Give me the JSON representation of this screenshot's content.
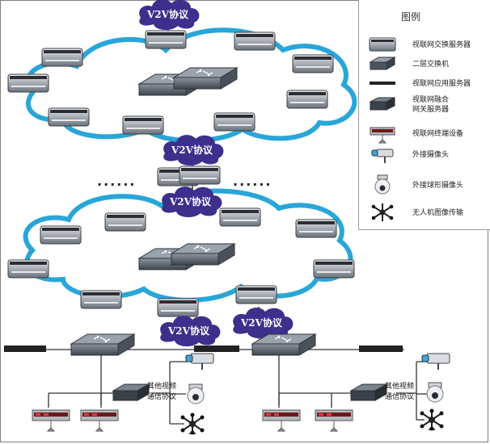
{
  "v2v_label": "V2V协议",
  "ellipsis": "......",
  "other_protocol_label": [
    "其他视频",
    "通信协议"
  ],
  "legend": {
    "title": "图例",
    "items": [
      {
        "icon": "switch-server-icon",
        "label": [
          "视联网交换服务器"
        ]
      },
      {
        "icon": "layer2-switch-icon",
        "label": [
          "二层交换机"
        ]
      },
      {
        "icon": "app-server-icon",
        "label": [
          "视联网应用服务器"
        ]
      },
      {
        "icon": "gateway-server-icon",
        "label": [
          "视联网融合",
          "网关服务器"
        ]
      },
      {
        "icon": "terminal-device-icon",
        "label": [
          "视联网终端设备"
        ]
      },
      {
        "icon": "external-camera-icon",
        "label": [
          "外接摄像头"
        ]
      },
      {
        "icon": "dome-camera-icon",
        "label": [
          "外接球形摄像头"
        ]
      },
      {
        "icon": "drone-icon",
        "label": [
          "无人机图像传输"
        ]
      }
    ]
  },
  "colors": {
    "cloud_outline": "#29a6d8",
    "v2v_cloud": "#3c2d8a",
    "server_body": "#8a8f98",
    "switch_body": "#5d6670",
    "line": "#333333"
  }
}
